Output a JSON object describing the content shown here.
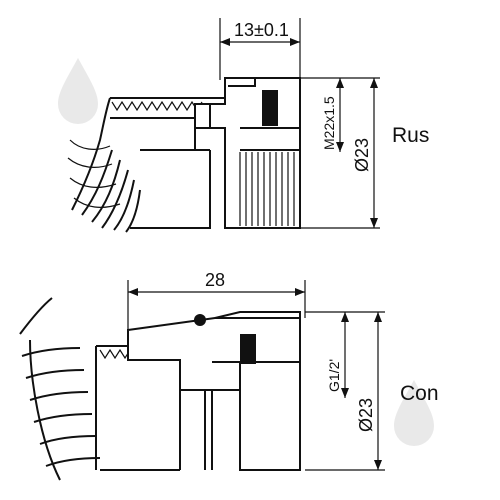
{
  "top": {
    "length_dim": "13±0.1",
    "thread_label": "M22x1.5",
    "diameter_label": "Ø23",
    "tag": "Rus"
  },
  "bottom": {
    "length_dim": "28",
    "thread_label": "G1/2'",
    "diameter_label": "Ø23",
    "tag": "Con"
  }
}
